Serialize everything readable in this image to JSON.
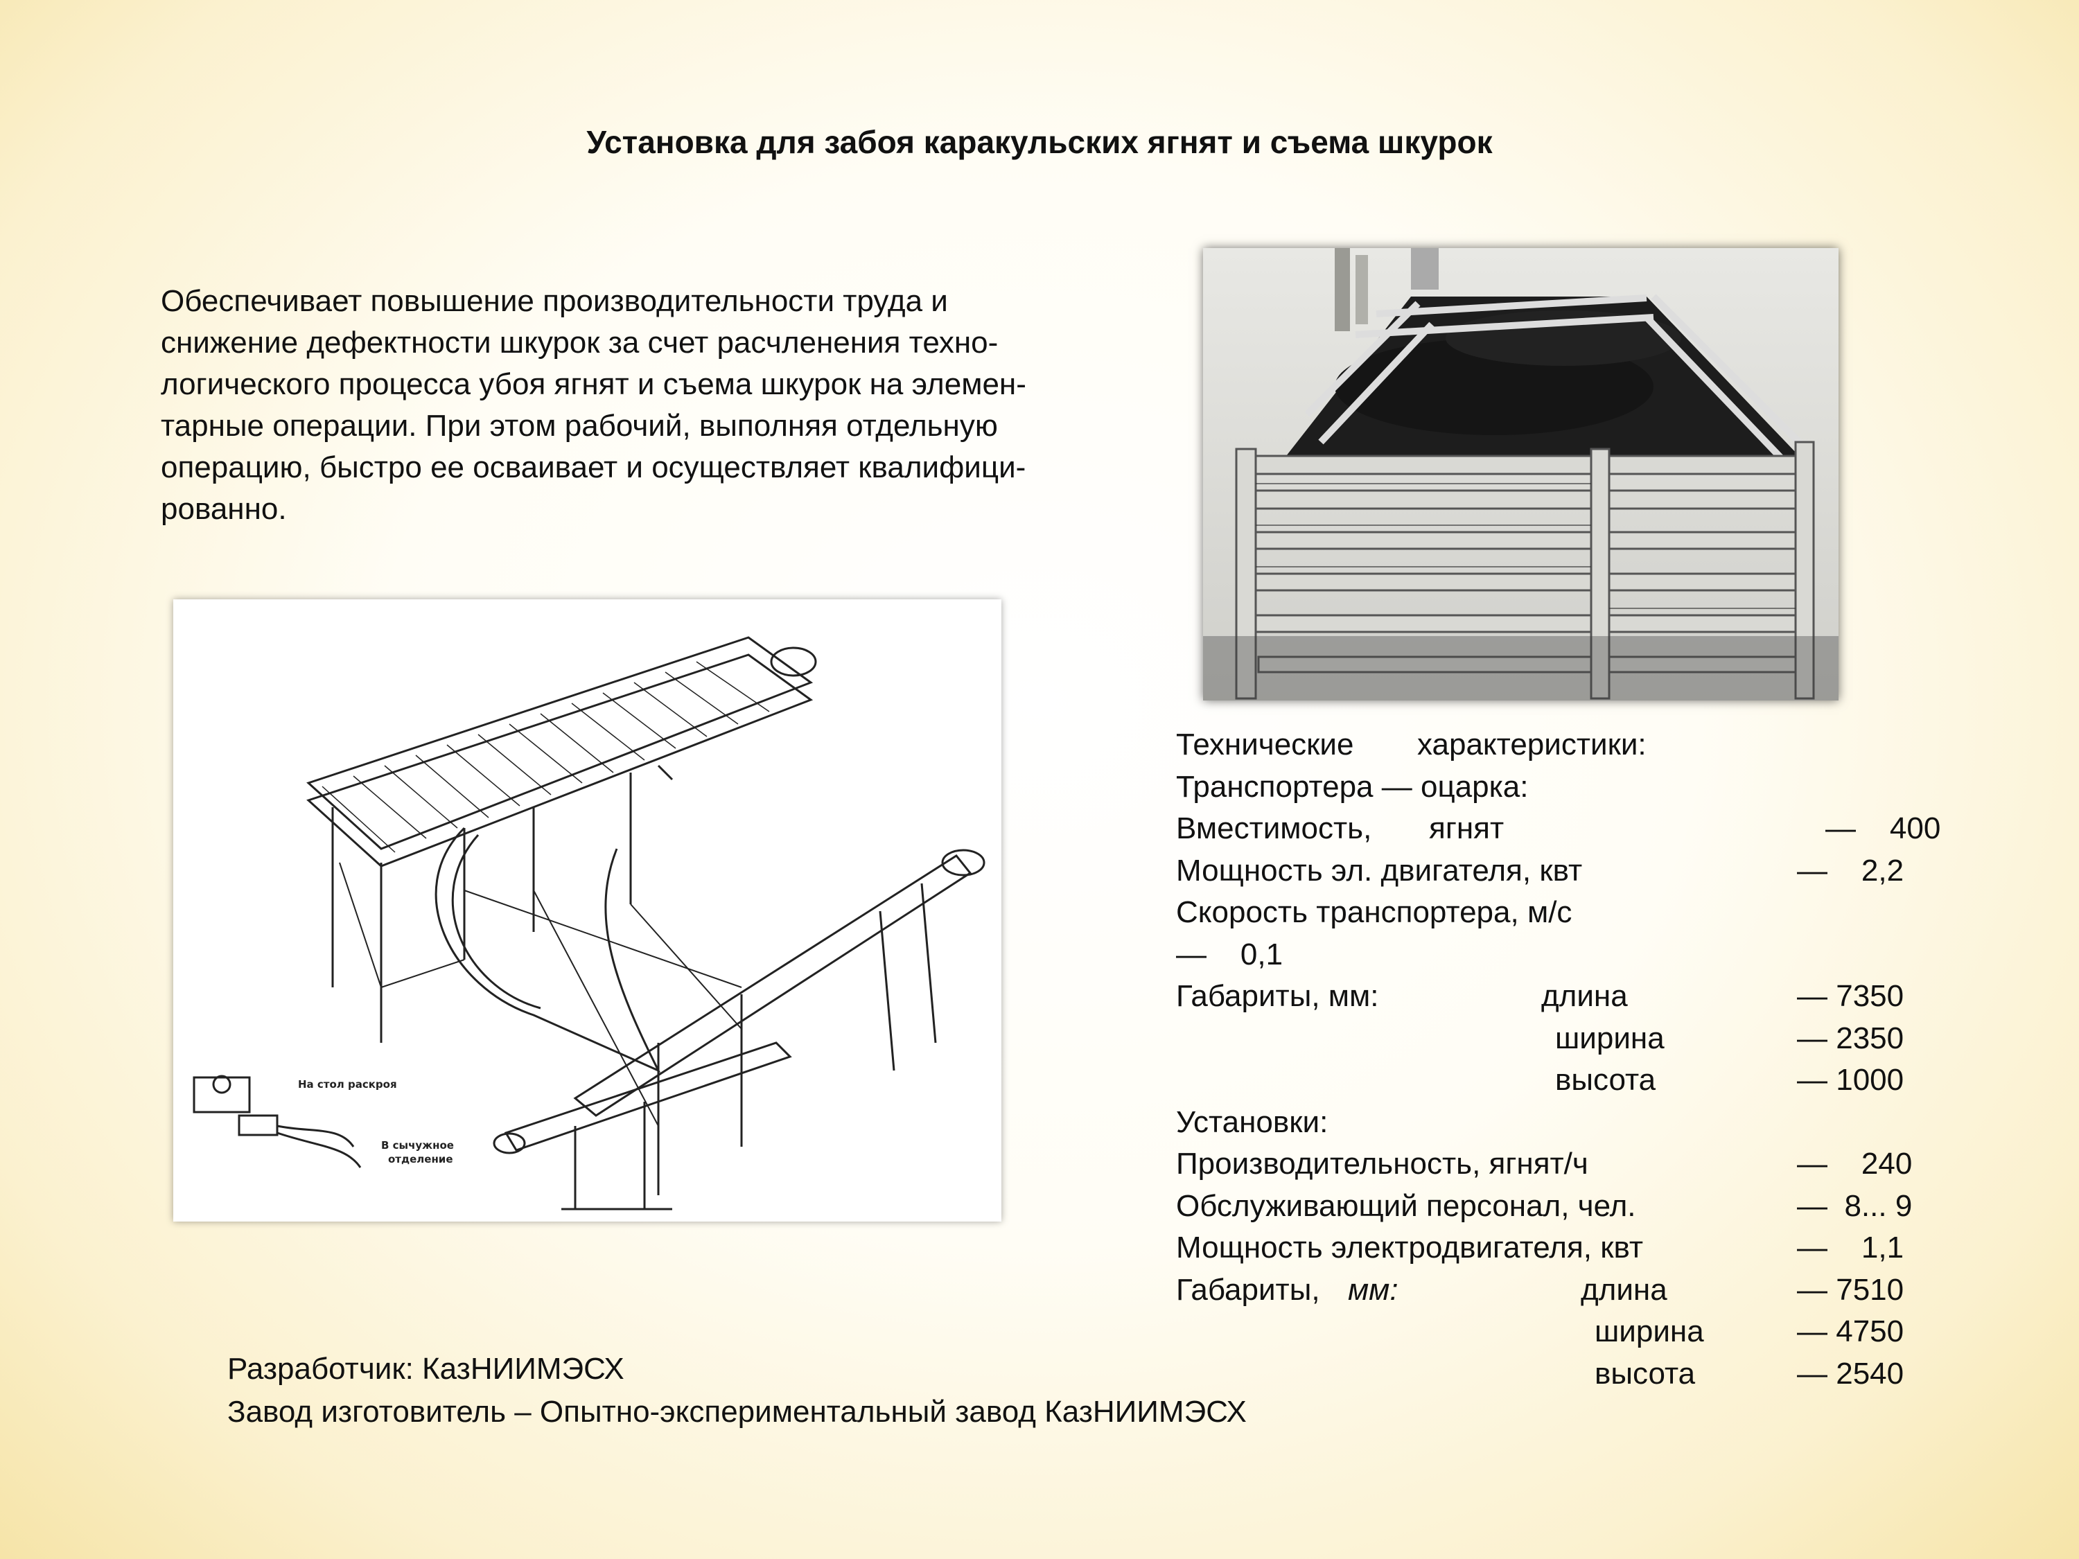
{
  "title": "Установка для забоя каракульских ягнят и съема шкурок",
  "intro_lines": [
    "Обеспечивает повышение производительности труда и",
    "снижение дефектности шкурок за счет расчленения техно-",
    "логического процесса убоя ягнят и съема шкурок на элемен-",
    "тарные операции. При этом рабочий, выполняя отдельную",
    "операцию, быстро ее осваивает и осуществляет квалифици-",
    "рованно."
  ],
  "diagram_labels": {
    "to_cutting_table": "На стол раскроя",
    "to_abomasum_dept_1": "В сычужное",
    "to_abomasum_dept_2": "отделение"
  },
  "specs": {
    "heading_a": "Технические",
    "heading_b": "характеристики:",
    "transporter_title": "Транспортера — оцарка:",
    "capacity_label": "Вместимость,",
    "capacity_unit": "ягнят",
    "capacity_value": "—    400",
    "motor_power_label": "Мощность эл. двигателя, квт",
    "motor_power_value": "—    2,2",
    "speed_label": "Скорость транспортера, м/с",
    "speed_value": "—    0,1",
    "dims1_label": "Габариты, мм:",
    "dims1_length_label": "длина",
    "dims1_length_value": "— 7350",
    "dims1_width_label": "ширина",
    "dims1_width_value": "— 2350",
    "dims1_height_label": "высота",
    "dims1_height_value": "— 1000",
    "installation_title": "Установки:",
    "productivity_label": "Производительность, ягнят/ч",
    "productivity_value": "—    240",
    "staff_label": "Обслуживающий персонал, чел.",
    "staff_value": "—  8... 9",
    "el_motor_label": "Мощность электродвигателя, квт",
    "el_motor_value": "—    1,1",
    "dims2_label": "Габариты,",
    "dims2_unit": "мм:",
    "dims2_length_label": "длина",
    "dims2_length_value": "— 7510",
    "dims2_width_label": "ширина",
    "dims2_width_value": "— 4750",
    "dims2_height_label": "высота",
    "dims2_height_value": "— 2540"
  },
  "credits": {
    "developer": "Разработчик: КазНИИМЭСХ",
    "manufacturer": "Завод изготовитель – Опытно-экспериментальный завод КазНИИМЭСХ"
  }
}
